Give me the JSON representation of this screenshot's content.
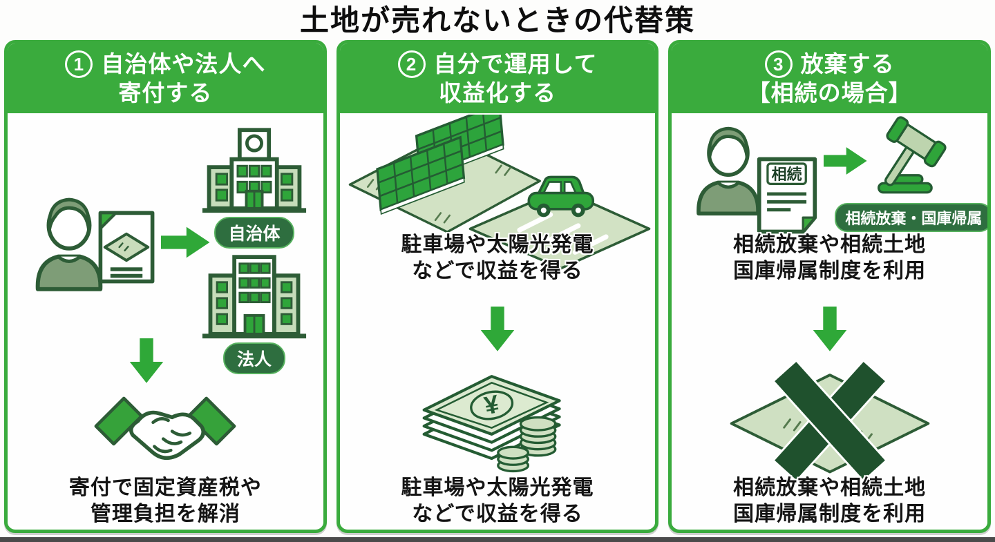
{
  "title": "土地が売れないときの代替策",
  "columns": [
    {
      "number": "1",
      "header_line1": "自治体や法人へ",
      "header_line2": "寄付する",
      "building_badge_top": "自治体",
      "building_badge_bottom": "法人",
      "caption_line1": "寄付で固定資産税や",
      "caption_line2": "管理負担を解消"
    },
    {
      "number": "2",
      "header_line1": "自分で運用して",
      "header_line2": "収益化する",
      "mid_caption_line1": "駐車場や太陽光発電",
      "mid_caption_line2": "などで収益を得る",
      "caption_line1": "駐車場や太陽光発電",
      "caption_line2": "などで収益を得る",
      "yen_symbol": "¥"
    },
    {
      "number": "3",
      "header_line1": "放棄する",
      "header_line2": "【相続の場合】",
      "doc_label": "相続",
      "gavel_badge": "相続放棄・国庫帰属",
      "mid_caption_line1": "相続放棄や相続土地",
      "mid_caption_line2": "国庫帰属制度を利用",
      "caption_line1": "相続放棄や相続土地",
      "caption_line2": "国庫帰属制度を利用"
    }
  ],
  "icons": {
    "person-icon": "landowner figure silhouette",
    "land-deed-document-icon": "document with land parcel diamond",
    "inheritance-document-icon": "document labeled 相続",
    "arrow-right-icon": "green block arrow pointing right",
    "arrow-down-icon": "green block arrow pointing down",
    "municipal-building-icon": "government office building with clock tower",
    "corporate-building-icon": "office building",
    "handshake-icon": "two hands shaking with green sleeves",
    "solar-panel-icon": "two solar panels on green land plot",
    "parking-car-icon": "car on parking lot plot",
    "money-icon": "stack of yen bills with coin stacks",
    "gavel-icon": "judge gavel on sound block",
    "crossed-out-land-icon": "land plot crossed out with large X"
  },
  "colors": {
    "panel_green": "#3aab3d",
    "arrow_green": "#2fa838",
    "icon_outline_green": "#2d5c36",
    "dark_badge_green": "#2e6e3f",
    "sage_green": "#7e9d77",
    "light_land_green": "#d2e2c4",
    "bill_green": "#dcead0",
    "cross_green": "#1f512d",
    "text_black": "#141414",
    "background_white": "#ffffff",
    "bottom_strip_gray": "#4a4a4a"
  }
}
